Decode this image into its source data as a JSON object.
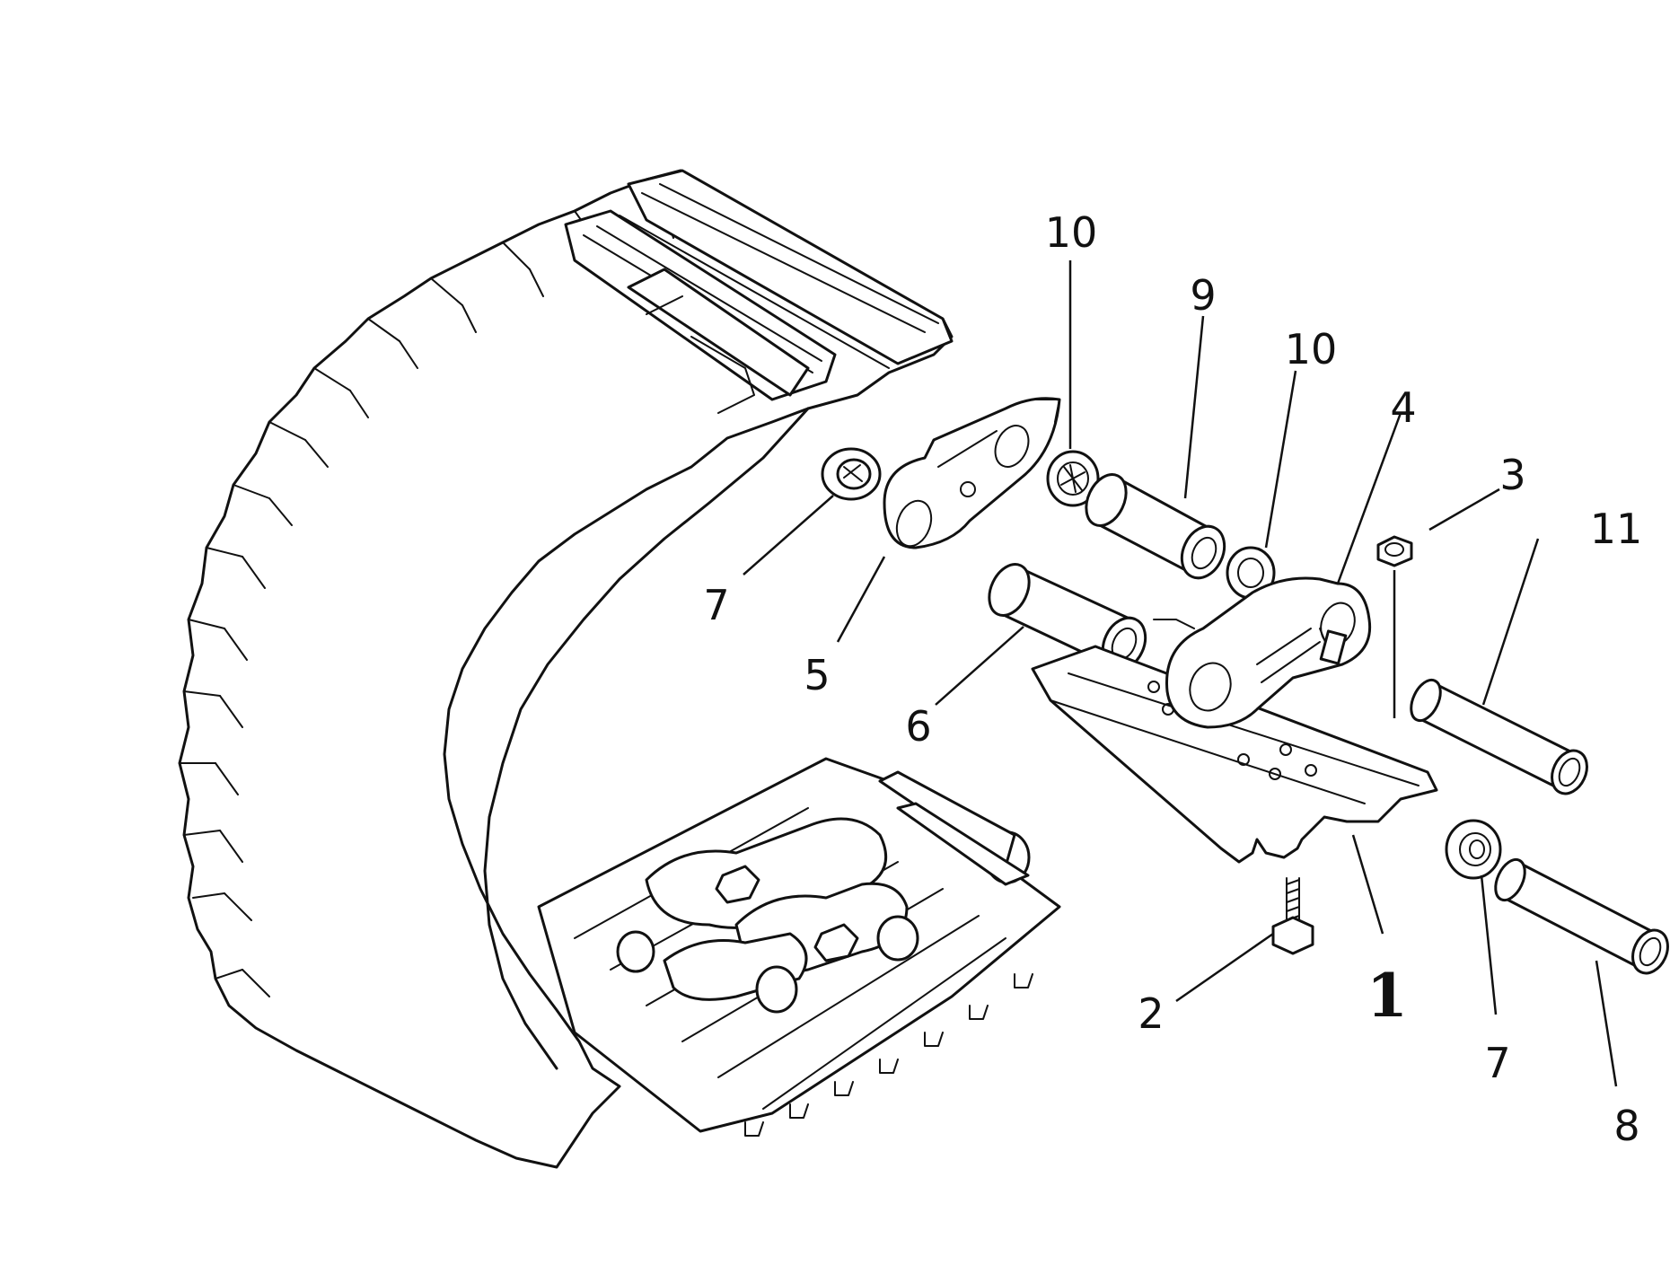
{
  "callouts": {
    "c10a": "10",
    "c9": "9",
    "c10b": "10",
    "c4": "4",
    "c3": "3",
    "c11": "11",
    "c7a": "7",
    "c5": "5",
    "c6": "6",
    "c2": "2",
    "c1": "1",
    "c7b": "7",
    "c8": "8"
  },
  "colors": {
    "ink": "#111111",
    "paper": "#ffffff"
  }
}
